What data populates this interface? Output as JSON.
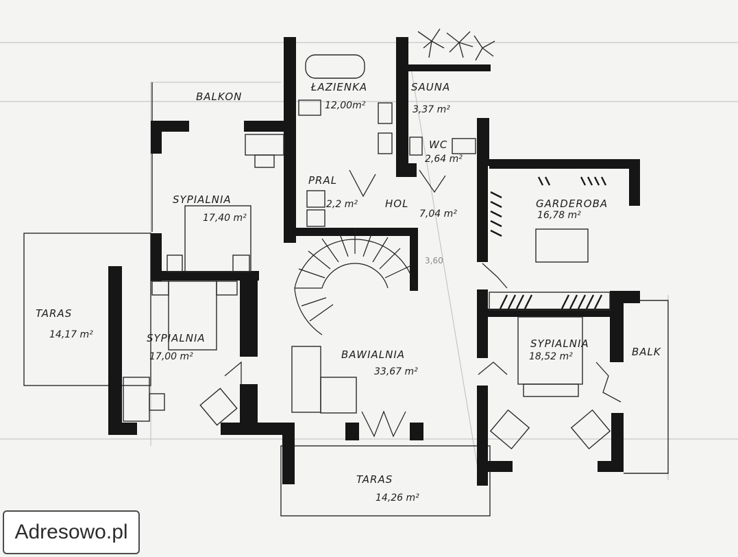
{
  "watermark": {
    "text": "Adresowo.pl"
  },
  "rooms": {
    "balkon_top": {
      "name": "BALKON"
    },
    "lazienka": {
      "name": "ŁAZIENKA",
      "area": "12,00m²"
    },
    "sauna": {
      "name": "SAUNA",
      "area": "3,37 m²"
    },
    "wc": {
      "name": "WC",
      "area": "2,64 m²"
    },
    "pral": {
      "name": "PRAL",
      "area": "2,2 m²"
    },
    "hol": {
      "name": "HOL",
      "area": "7,04 m²"
    },
    "garderoba": {
      "name": "GARDEROBA",
      "area": "16,78 m²"
    },
    "sypialnia_1": {
      "name": "SYPIALNIA",
      "area": "17,40 m²"
    },
    "sypialnia_2": {
      "name": "SYPIALNIA",
      "area": "17,00 m²"
    },
    "sypialnia_3": {
      "name": "SYPIALNIA",
      "area": "18,52 m²"
    },
    "bawialnia": {
      "name": "BAWIALNIA",
      "area": "33,67 m²"
    },
    "taras_left": {
      "name": "TARAS",
      "area": "14,17 m²"
    },
    "taras_bottom": {
      "name": "TARAS",
      "area": "14,26 m²"
    },
    "balk_right": {
      "name": "BALK"
    }
  },
  "dimension": {
    "stair_height": "3,60"
  }
}
